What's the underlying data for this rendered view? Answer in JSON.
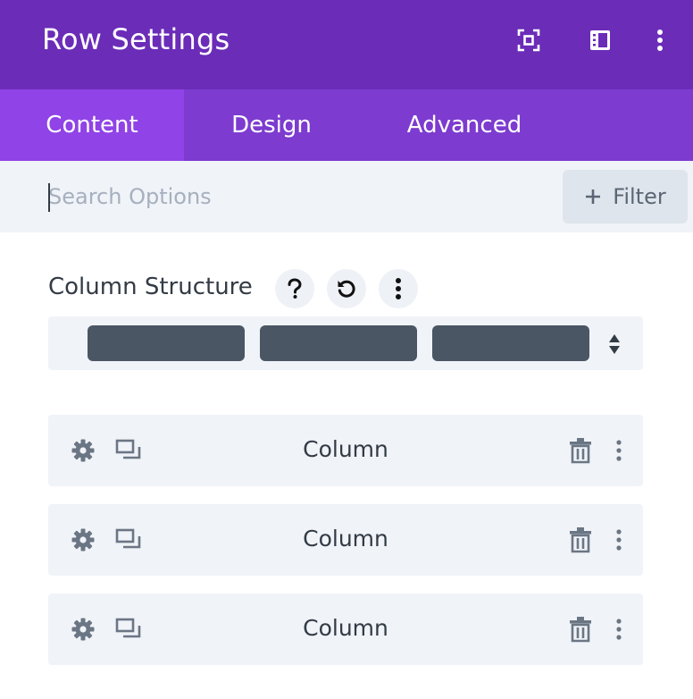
{
  "header": {
    "title": "Row Settings",
    "icons": [
      "focus-frame-icon",
      "sidebar-panel-icon",
      "more-vertical-icon"
    ]
  },
  "tabs": [
    {
      "label": "Content",
      "active": true
    },
    {
      "label": "Design",
      "active": false
    },
    {
      "label": "Advanced",
      "active": false
    }
  ],
  "search": {
    "placeholder": "Search Options",
    "value": "",
    "filter_label": "Filter"
  },
  "column_structure": {
    "label": "Column Structure",
    "actions": [
      "help-icon",
      "reset-icon",
      "more-vertical-icon"
    ],
    "columns": 3
  },
  "columns": [
    {
      "label": "Column"
    },
    {
      "label": "Column"
    },
    {
      "label": "Column"
    }
  ],
  "colors": {
    "header_bg": "#6b2cb8",
    "tabs_bg": "#7d3bd0",
    "active_tab_bg": "#9043e6",
    "panel_bg": "#f0f3f8",
    "structure_col": "#4a5664",
    "icon": "#6b7684"
  }
}
